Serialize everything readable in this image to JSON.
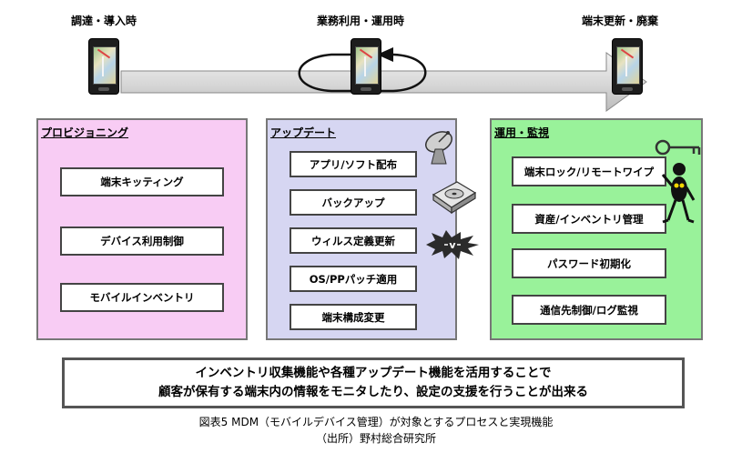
{
  "stages": [
    {
      "label": "調達・導入時"
    },
    {
      "label": "業務利用・運用時"
    },
    {
      "label": "端末更新・廃棄"
    }
  ],
  "panels": {
    "provisioning": {
      "title": "プロビジョニング",
      "color": "#f8ccf4",
      "items": [
        "端末キッティング",
        "デバイス利用制御",
        "モバイルインベントリ"
      ]
    },
    "update": {
      "title": "アップデート",
      "color": "#d6d6f2",
      "items": [
        "アプリ/ソフト配布",
        "バックアップ",
        "ウィルス定義更新",
        "OS/PPパッチ適用",
        "端末構成変更"
      ]
    },
    "monitoring": {
      "title": "運用・監視",
      "color": "#99f29a",
      "items": [
        "端末ロック/リモートワイプ",
        "資産/インベントリ管理",
        "パスワード初期化",
        "通信先制御/ログ監視"
      ]
    }
  },
  "summary": {
    "line1": "インベントリ収集機能や各種アップデート機能を活用することで",
    "line2": "顧客が保有する端末内の情報をモニタしたり、設定の支援を行うことが出来る"
  },
  "caption": {
    "line1": "図表5  MDM（モバイルデバイス管理）が対象とするプロセスと実現機能",
    "line2": "（出所）野村総合研究所"
  },
  "icons": [
    "satellite-dish-icon",
    "hard-disk-icon",
    "virus-icon",
    "key-icon",
    "thief-icon"
  ]
}
